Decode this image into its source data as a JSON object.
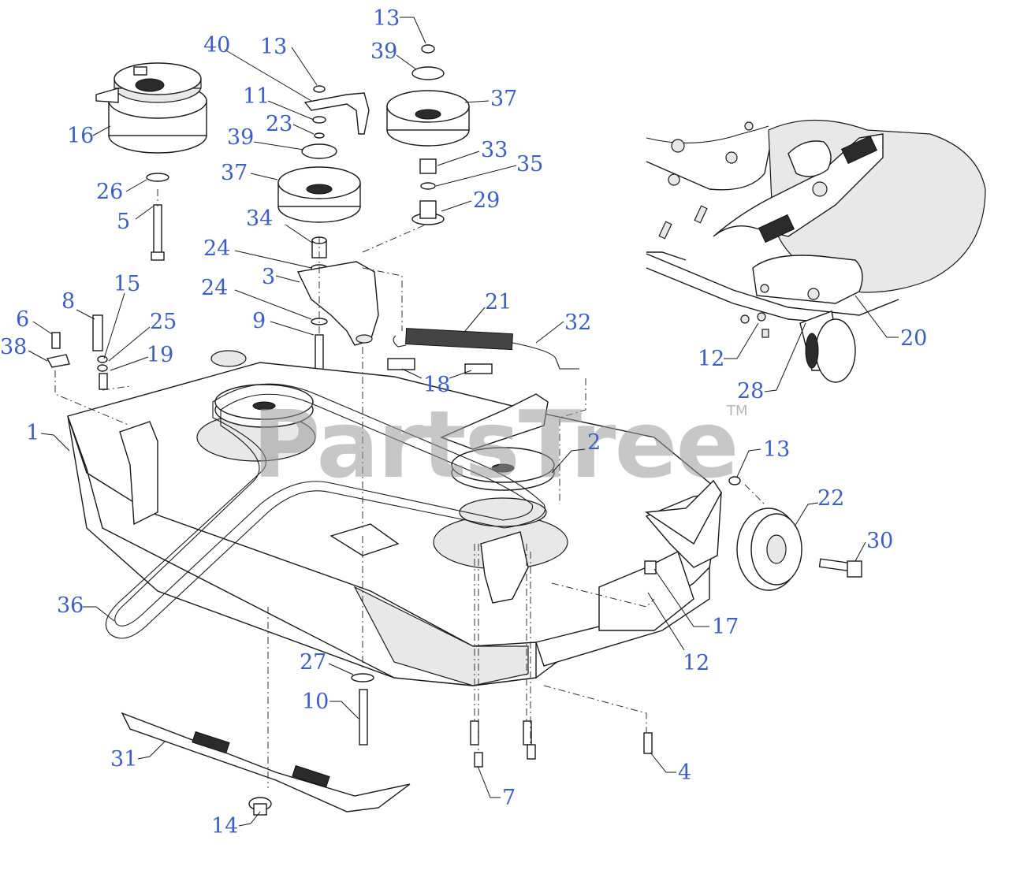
{
  "watermark": {
    "brand": "PartsTree",
    "trademark": "TM"
  },
  "colors": {
    "callout": "#3b5fc8",
    "line": "#1a1a1a",
    "watermark": "#9a9a9a"
  },
  "callouts": [
    {
      "label": "13"
    },
    {
      "label": "40"
    },
    {
      "label": "13"
    },
    {
      "label": "39"
    },
    {
      "label": "37"
    },
    {
      "label": "11"
    },
    {
      "label": "23"
    },
    {
      "label": "16"
    },
    {
      "label": "39"
    },
    {
      "label": "33"
    },
    {
      "label": "35"
    },
    {
      "label": "37"
    },
    {
      "label": "26"
    },
    {
      "label": "29"
    },
    {
      "label": "34"
    },
    {
      "label": "5"
    },
    {
      "label": "24"
    },
    {
      "label": "3"
    },
    {
      "label": "24"
    },
    {
      "label": "15"
    },
    {
      "label": "8"
    },
    {
      "label": "25"
    },
    {
      "label": "6"
    },
    {
      "label": "19"
    },
    {
      "label": "38"
    },
    {
      "label": "9"
    },
    {
      "label": "21"
    },
    {
      "label": "32"
    },
    {
      "label": "18"
    },
    {
      "label": "1"
    },
    {
      "label": "2"
    },
    {
      "label": "13"
    },
    {
      "label": "22"
    },
    {
      "label": "30"
    },
    {
      "label": "36"
    },
    {
      "label": "17"
    },
    {
      "label": "12"
    },
    {
      "label": "27"
    },
    {
      "label": "10"
    },
    {
      "label": "31"
    },
    {
      "label": "4"
    },
    {
      "label": "7"
    },
    {
      "label": "14"
    },
    {
      "label": "20"
    },
    {
      "label": "12"
    },
    {
      "label": "28"
    }
  ]
}
